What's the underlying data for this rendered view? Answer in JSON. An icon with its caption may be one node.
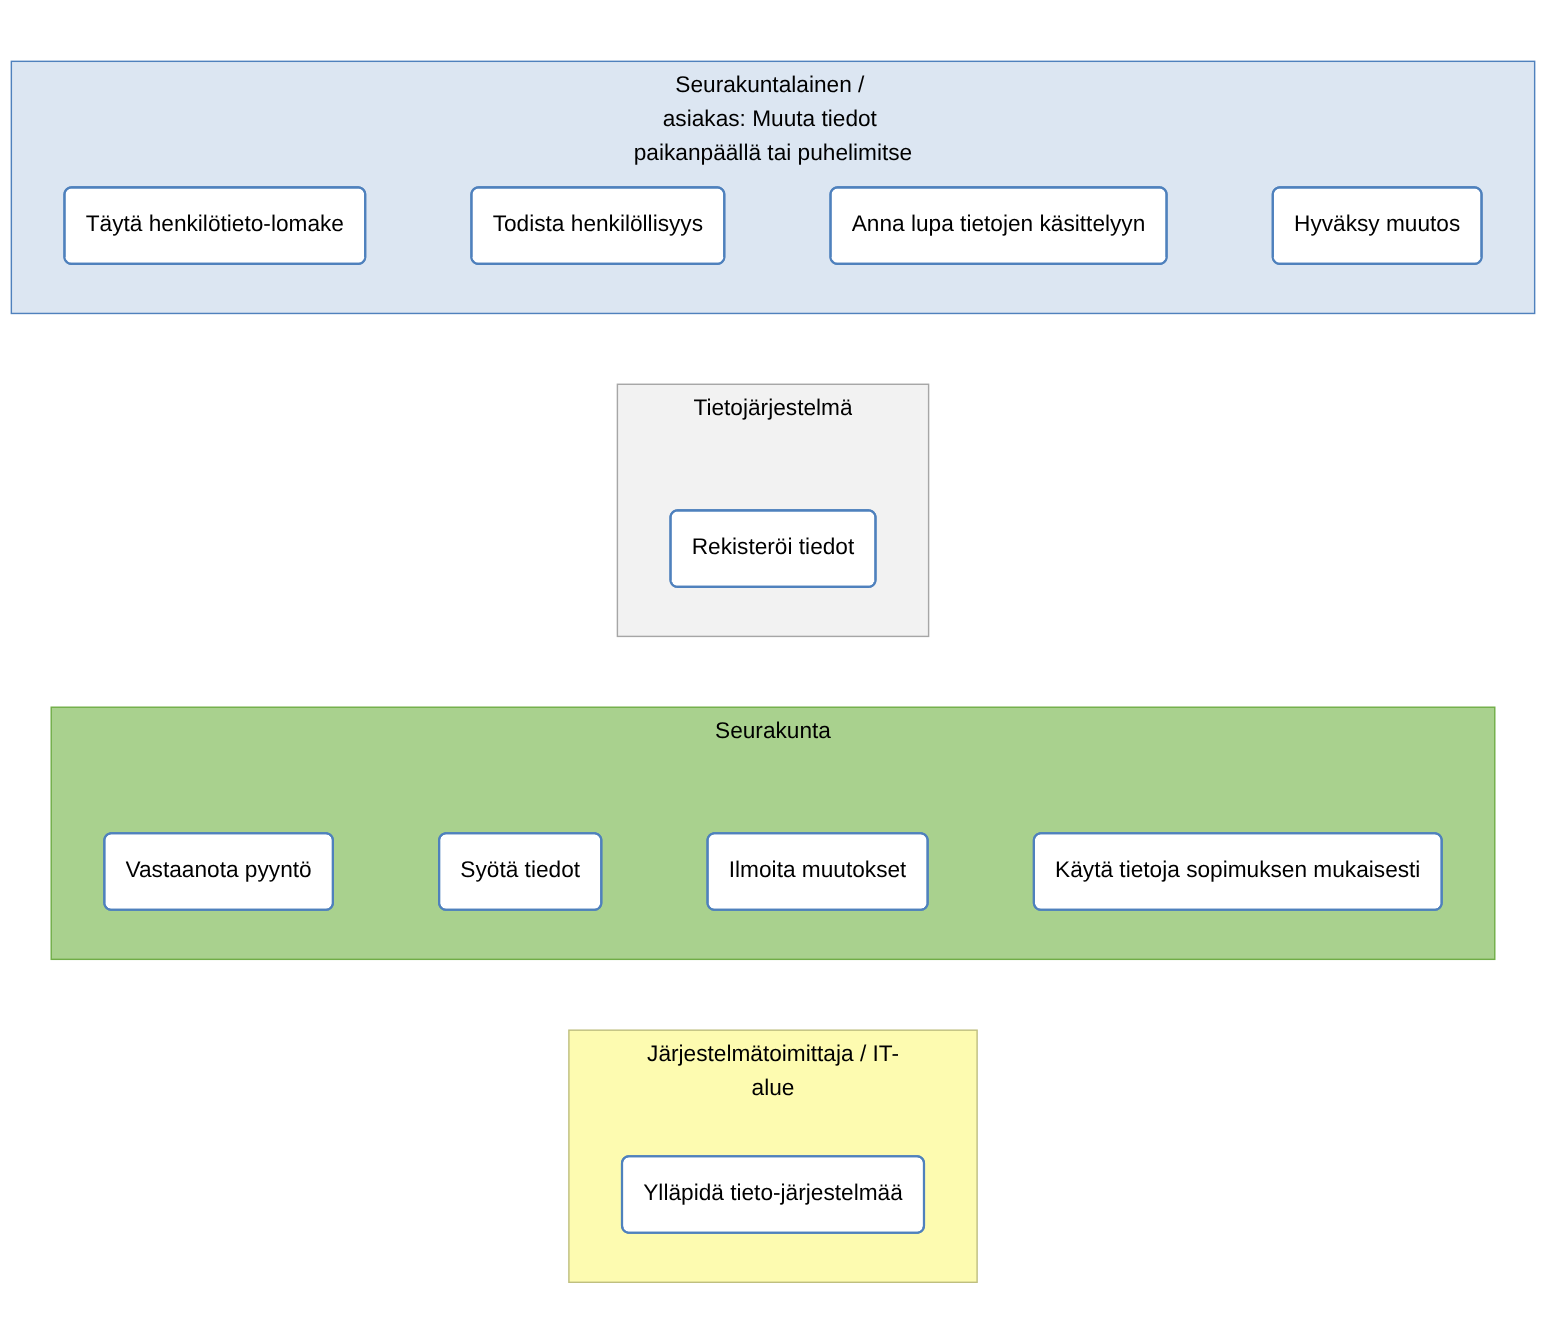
{
  "diagram": {
    "nodes": [
      {
        "text": [
          "Seurakuntalainen / asiakas: Muuta tiedot paikanpäällä tai puhelimitse"
        ]
      },
      {
        "text": [
          "Täytä henkilötieto-lomake"
        ],
        "in": 0
      },
      {
        "text": [
          "Todista henkilöllisyys"
        ],
        "in": 0
      },
      {
        "text": [
          "Anna lupa tietojen käsittelyyn"
        ],
        "in": 0
      },
      {
        "text": [
          "Hyväksy muutos"
        ],
        "in": 0
      },
      {
        "text": [
          "Tietojärjestelmä"
        ]
      },
      {
        "text": [
          "Rekisteröi tiedot"
        ],
        "in": 5
      },
      {
        "text": [
          "Seurakunta"
        ]
      },
      {
        "text": [
          "Vastaanota pyyntö"
        ],
        "in": 7
      },
      {
        "text": [
          "Syötä tiedot"
        ],
        "in": 7
      },
      {
        "text": [
          "Ilmoita muutokset"
        ],
        "in": 7
      },
      {
        "text": [
          "Käytä tietoja sopimuksen mukaisesti"
        ],
        "in": 7
      },
      {
        "text": [
          "Järjestelmätoimittaja / IT-alue"
        ]
      },
      {
        "text": [
          "Ylläpidä tieto-järjestelmää"
        ],
        "in": 12
      }
    ],
    "edges": []
  }
}
